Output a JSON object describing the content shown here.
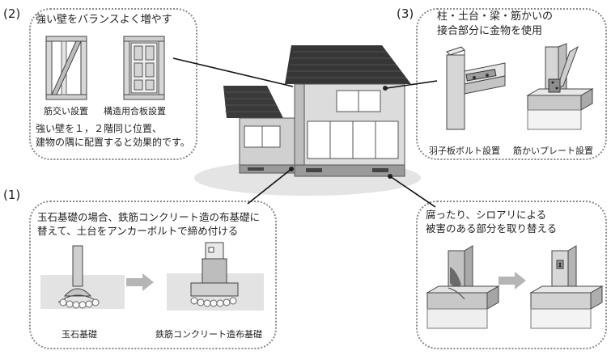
{
  "sections": {
    "s2": {
      "number": "(2)",
      "title": "強い壁をバランスよく増やす",
      "caption_left": "筋交い設置",
      "caption_right": "構造用合板設置",
      "note_line1": "強い壁を１，２階同じ位置、",
      "note_line2": "建物の隅に配置すると効果的です。"
    },
    "s3": {
      "number": "(3)",
      "title_line1": "柱・土台・梁・筋かいの",
      "title_line2": "接合部分に金物を使用",
      "caption_left": "羽子板ボルト設置",
      "caption_right": "筋かいプレート設置"
    },
    "s1": {
      "number": "(1)",
      "title_line1": "玉石基礎の場合、鉄筋コンクリート造の布基礎に",
      "title_line2": "替えて、土台をアンカーボルトで締め付ける",
      "caption_left": "玉石基礎",
      "caption_right": "鉄筋コンクリート造布基礎"
    },
    "s4": {
      "title_line1": "腐ったり、シロアリによる",
      "title_line2": "被害のある部分を取り替える"
    }
  }
}
